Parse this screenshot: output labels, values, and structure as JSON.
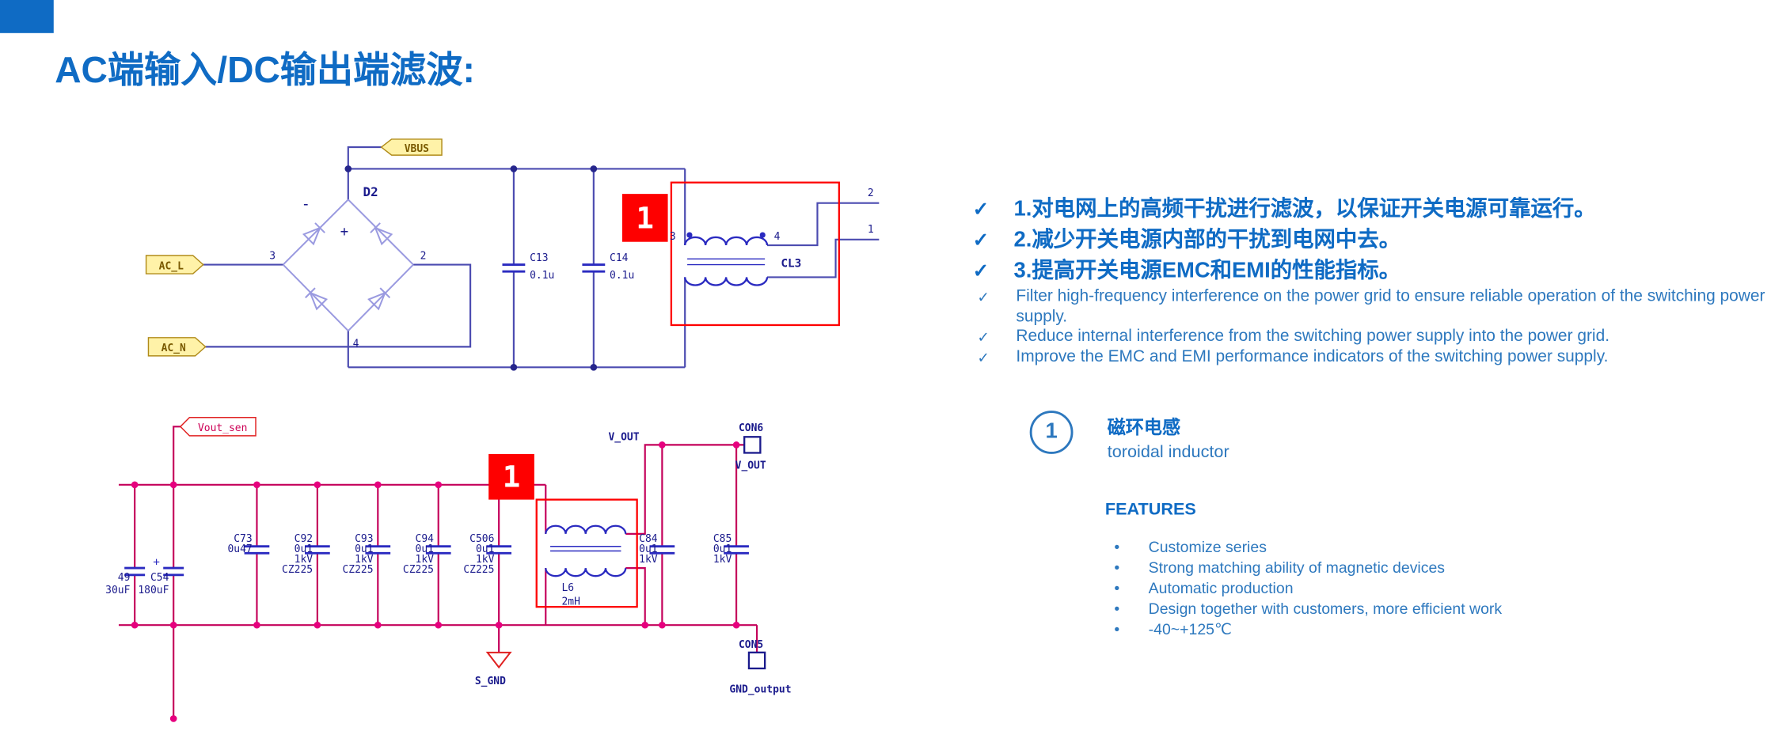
{
  "page": {
    "title": "AC端输入/DC输出端滤波:"
  },
  "marks": {
    "check": "✓",
    "bullet": "•"
  },
  "colors": {
    "accent_blue": "#0f6bc4",
    "body_blue": "#2d78be",
    "schematic_navy": "#1a1a8c",
    "wire_blue": "#4b4bb0",
    "wire_magenta": "#c4005a",
    "component_blue": "#2a2ac0",
    "highlight_red": "#fe0000",
    "tag_yellow": "#fff2a8"
  },
  "top_schematic": {
    "net_vbus": "VBUS",
    "net_ac_l": "AC_L",
    "net_ac_n": "AC_N",
    "bridge_ref": "D2",
    "plus": "+",
    "minus": "-",
    "pin3": "3",
    "pin2": "2",
    "pin4": "4",
    "c13_ref": "C13",
    "c13_val": "0.1u",
    "c14_ref": "C14",
    "c14_val": "0.1u",
    "choke_ref": "CL3",
    "choke_pin3": "3",
    "choke_pin4": "4",
    "out_pin2": "2",
    "out_pin1": "1",
    "marker": "1"
  },
  "bottom_schematic": {
    "net_vout_sen": "Vout_sen",
    "caps": [
      {
        "ref": "C73",
        "val": "0u47",
        "v": "",
        "type": ""
      },
      {
        "ref": "C92",
        "val": "0u1",
        "v": "1kV",
        "type": "CZ225"
      },
      {
        "ref": "C93",
        "val": "0u1",
        "v": "1kV",
        "type": "CZ225"
      },
      {
        "ref": "C94",
        "val": "0u1",
        "v": "1kV",
        "type": "CZ225"
      },
      {
        "ref": "C506",
        "val": "0u1",
        "v": "1kV",
        "type": "CZ225"
      }
    ],
    "bulk_caps": [
      {
        "ref": "49",
        "val": "30uF"
      },
      {
        "ref": "C54",
        "val": "180uF"
      }
    ],
    "plus": "+",
    "choke_ref": "L6",
    "choke_val": "2mH",
    "net_v_out": "V_OUT",
    "out_caps": [
      {
        "ref": "C84",
        "val": "0u1",
        "v": "1kV"
      },
      {
        "ref": "C85",
        "val": "0u1",
        "v": "1kV"
      }
    ],
    "con6_ref": "CON6",
    "con6_net": "V_OUT",
    "con5_ref": "CON5",
    "con5_net": "GND_output",
    "gnd": "S_GND",
    "marker": "1"
  },
  "right_panel": {
    "points_zh": [
      "1.对电网上的高频干扰进行滤波，以保证开关电源可靠运行。",
      "2.减少开关电源内部的干扰到电网中去。",
      "3.提高开关电源EMC和EMI的性能指标。"
    ],
    "points_en": [
      "Filter high-frequency interference on the power grid to ensure reliable operation of the switching power supply.",
      "Reduce internal interference from the switching power supply into the power grid.",
      "Improve the EMC and EMI performance indicators of the switching power supply."
    ],
    "callout": {
      "number": "1",
      "title_zh": "磁环电感",
      "title_en": "toroidal inductor"
    },
    "features_title": "FEATURES",
    "features": [
      "Customize series",
      "Strong matching ability of magnetic devices",
      "Automatic production",
      "Design together with customers, more efficient work",
      "-40~+125℃"
    ]
  }
}
